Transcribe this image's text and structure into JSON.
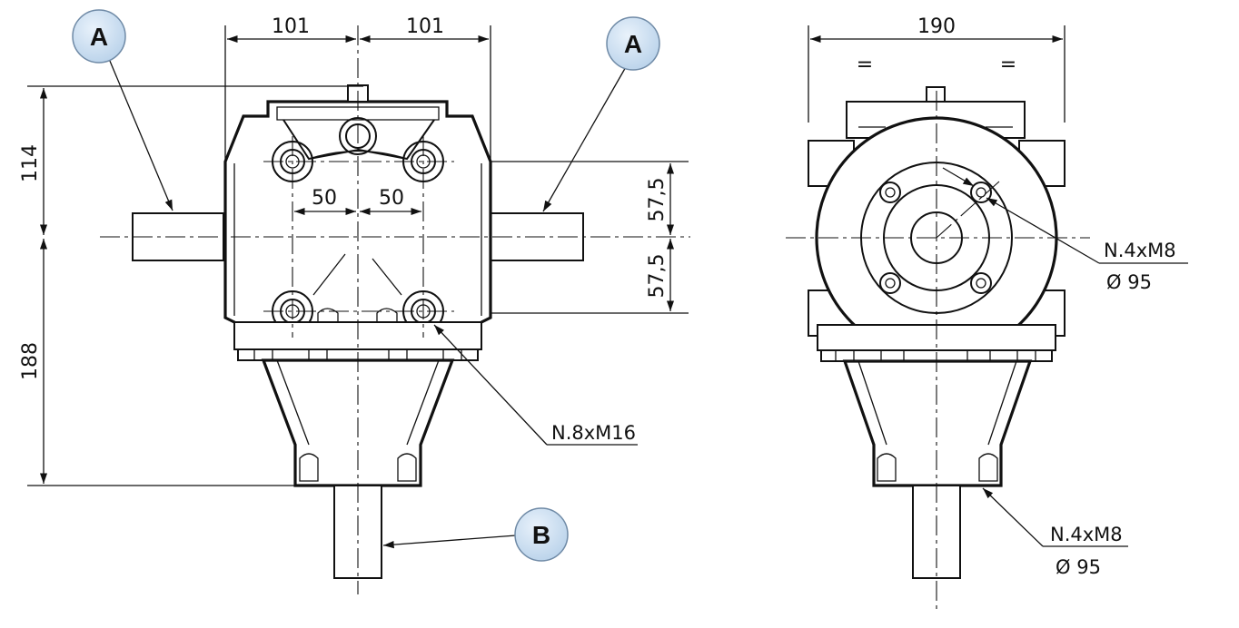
{
  "diagram": {
    "front_view": {
      "dims": {
        "top_left": "101",
        "top_right": "101",
        "hole_left": "50",
        "hole_right": "50",
        "height_upper": "114",
        "height_lower": "188",
        "right_upper": "57,5",
        "right_lower": "57,5"
      },
      "note": "N.8xM16"
    },
    "side_view": {
      "dims": {
        "width": "190",
        "eq_left": "=",
        "eq_right": "="
      },
      "note_upper_1": "N.4xM8",
      "note_upper_2": "Ø 95",
      "note_lower_1": "N.4xM8",
      "note_lower_2": "Ø 95"
    },
    "callouts": [
      {
        "letter": "A"
      },
      {
        "letter": "A"
      },
      {
        "letter": "B"
      }
    ],
    "colors": {
      "callout_fill": "#cfe1f3",
      "callout_stroke": "#6f8aa6",
      "line": "#111111"
    }
  }
}
